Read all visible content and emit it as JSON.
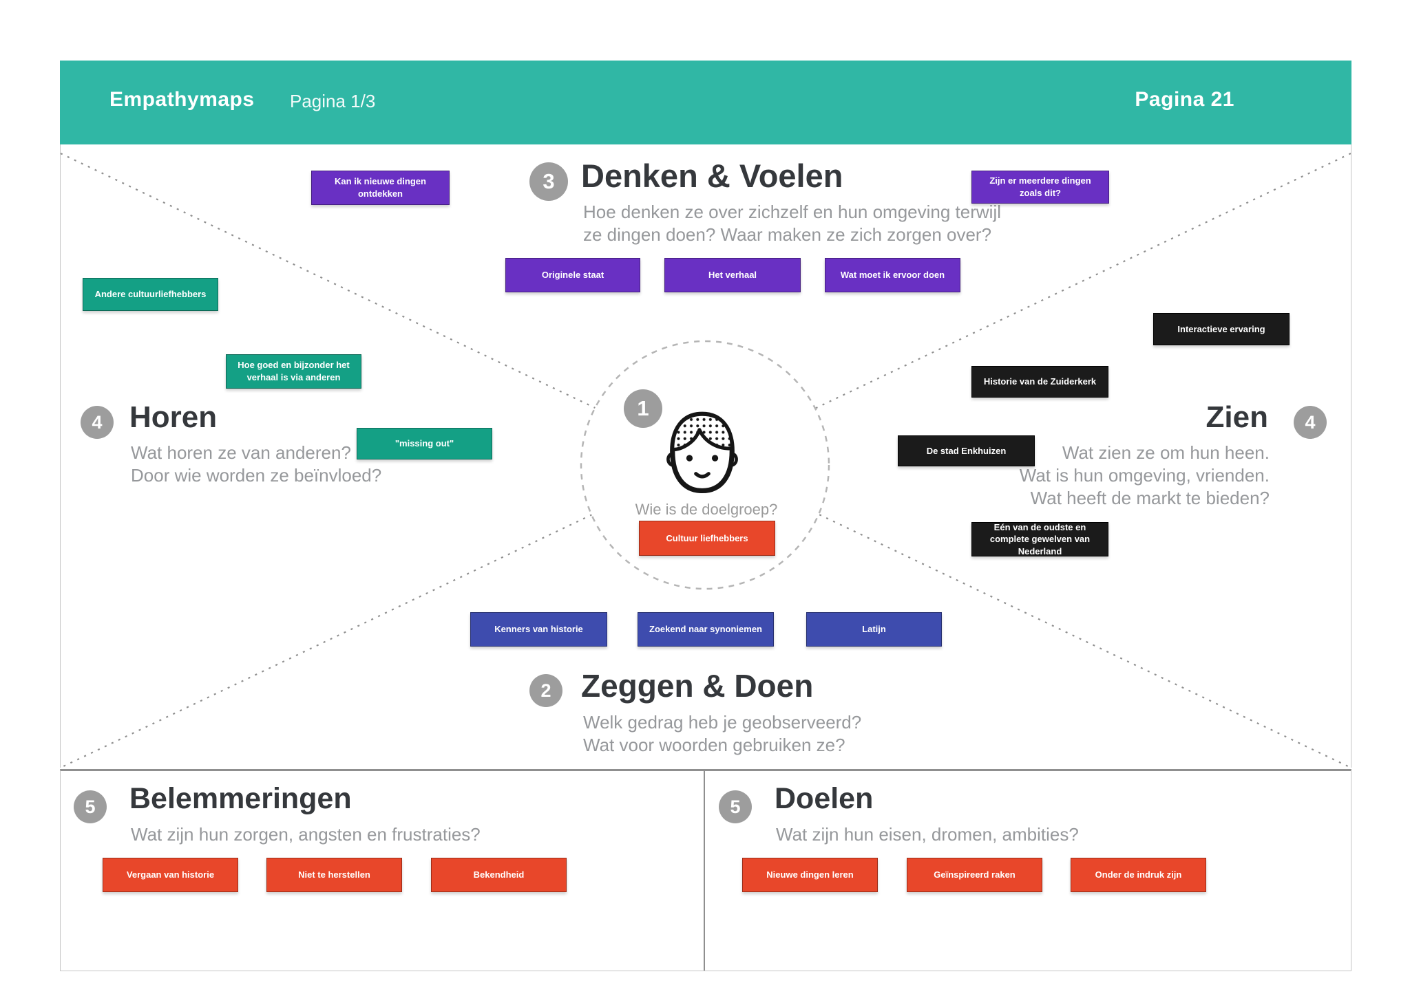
{
  "page": {
    "title": "Empathymaps",
    "page_indicator": "Pagina 1/3",
    "page_number": "Pagina 21"
  },
  "sections": {
    "think_feel": {
      "number": "3",
      "title": "Denken & Voelen",
      "subtitle": [
        "Hoe denken ze over zichzelf en hun omgeving terwijl",
        "ze dingen doen? Waar maken ze zich zorgen over?"
      ]
    },
    "hear": {
      "number": "4",
      "title": "Horen",
      "subtitle": [
        "Wat horen ze van anderen?",
        "Door wie worden ze beïnvloed?"
      ]
    },
    "see": {
      "number": "4",
      "title": "Zien",
      "subtitle": [
        "Wat zien ze om hun heen.",
        "Wat is hun omgeving, vrienden.",
        "Wat heeft de markt te bieden?"
      ]
    },
    "say_do": {
      "number": "2",
      "title": "Zeggen & Doen",
      "subtitle": [
        "Welk gedrag heb je geobserveerd?",
        "Wat voor woorden gebruiken ze?"
      ]
    },
    "persona": {
      "number": "1",
      "label": "Wie is de doelgroep?",
      "note": "Cultuur liefhebbers"
    },
    "obstacles": {
      "number": "5",
      "title": "Belemmeringen",
      "subtitle": "Wat zijn hun zorgen, angsten en frustraties?"
    },
    "goals": {
      "number": "5",
      "title": "Doelen",
      "subtitle": "Wat zijn hun eisen, dromen, ambities?"
    }
  },
  "notes": {
    "purple": [
      "Kan ik nieuwe dingen ontdekken",
      "Zijn er meerdere dingen zoals dit?",
      "Originele staat",
      "Het verhaal",
      "Wat moet ik ervoor doen"
    ],
    "green": [
      "Andere cultuurliefhebbers",
      "Hoe goed en bijzonder het verhaal is via anderen",
      "\"missing out\""
    ],
    "black": [
      "Interactieve ervaring",
      "Historie van de Zuiderkerk",
      "De stad Enkhuizen",
      "Eén van de oudste en complete gewelven van Nederland"
    ],
    "blue": [
      "Kenners van historie",
      "Zoekend naar synoniemen",
      "Latijn"
    ],
    "obstacles": [
      "Vergaan van historie",
      "Niet te herstellen",
      "Bekendheid"
    ],
    "goals": [
      "Nieuwe dingen leren",
      "Geïnspireerd raken",
      "Onder de indruk zijn"
    ]
  },
  "colors": {
    "header_teal": "#30b7a5",
    "note_purple": "#6930c3",
    "note_green": "#14a085",
    "note_black": "#1b1b1b",
    "note_blue": "#3e4cae",
    "note_orange": "#e8472a",
    "badge_gray": "#9d9d9d"
  }
}
